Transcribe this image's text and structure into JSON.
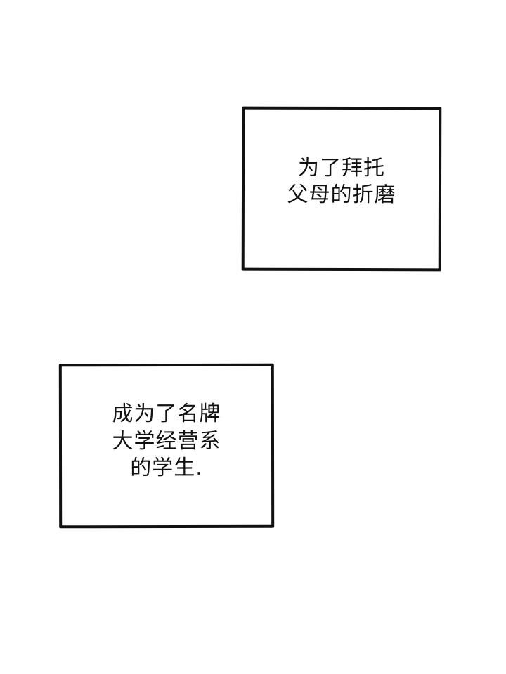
{
  "panels": [
    {
      "lines": [
        "为了拜托",
        "父母的折磨"
      ]
    },
    {
      "lines": [
        "成为了名牌",
        "大学经营系",
        "的学生."
      ]
    }
  ],
  "colors": {
    "background": "#ffffff",
    "ink": "#111111"
  }
}
